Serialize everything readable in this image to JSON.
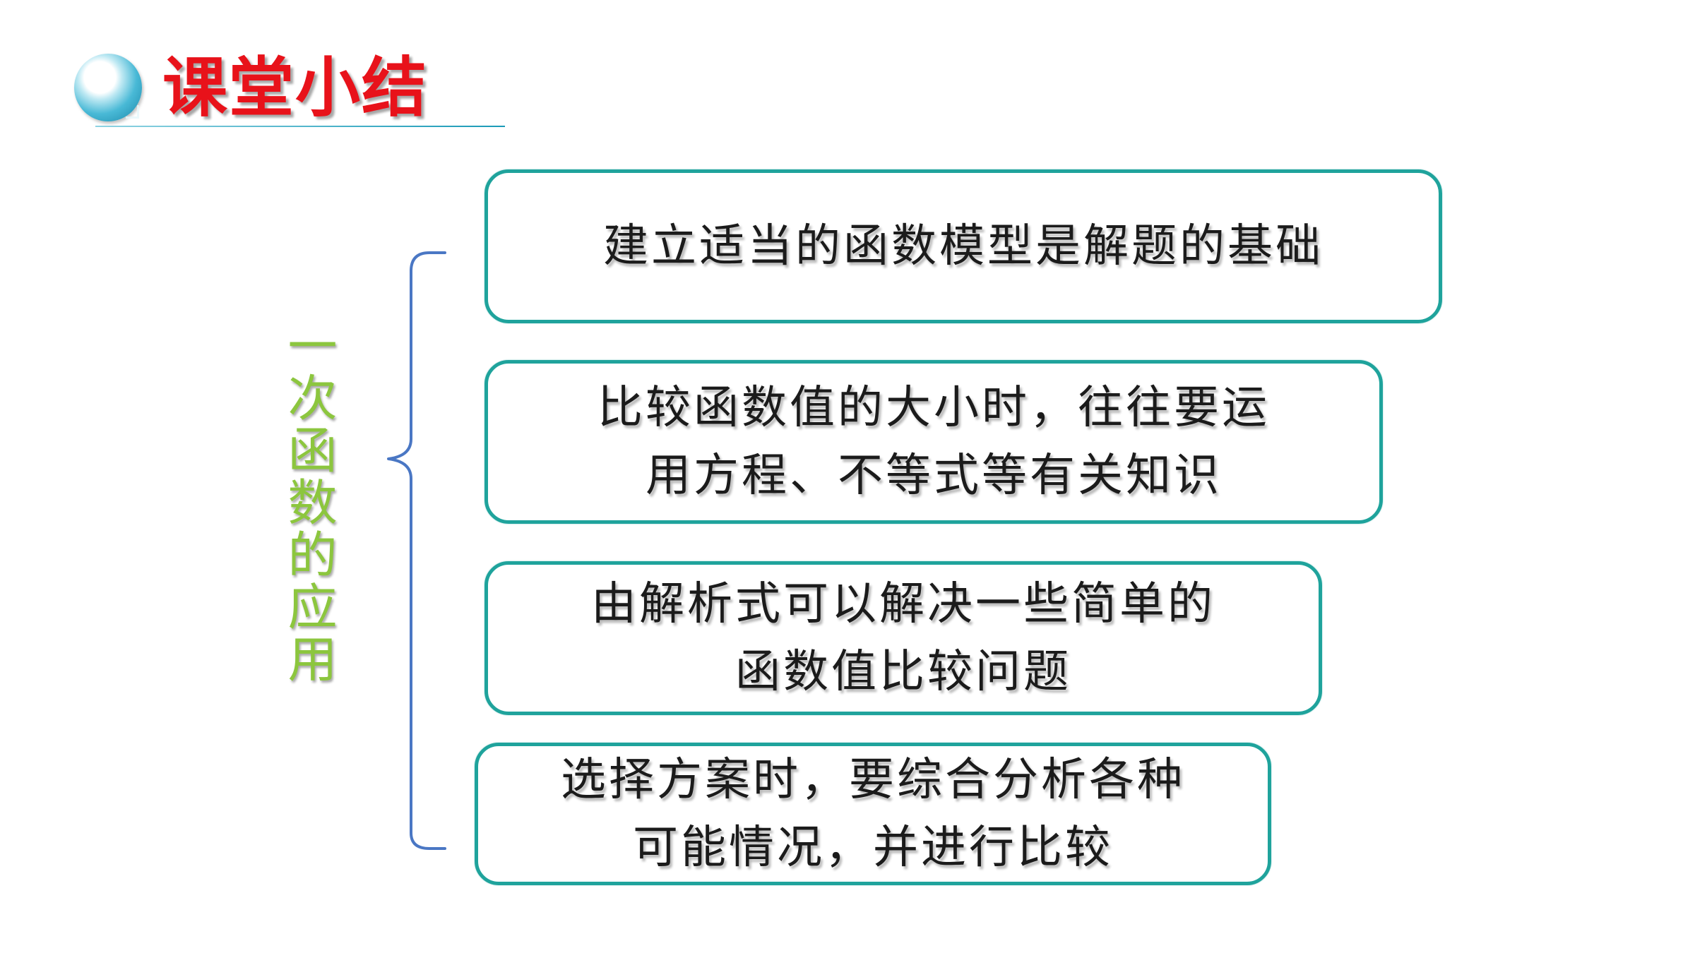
{
  "header": {
    "title": "课堂小结",
    "icon": "search-circle-icon",
    "title_color": "#e8121a",
    "accent_color": "#1a9ab7"
  },
  "topic": {
    "label": "一次函数的应用",
    "color": "#8cc63e"
  },
  "points": [
    {
      "lines": [
        "建立适当的函数模型是解题的基础"
      ]
    },
    {
      "lines": [
        "比较函数值的大小时，往往要运",
        "用方程、不等式等有关知识"
      ]
    },
    {
      "lines": [
        "由解析式可以解决一些简单的",
        "函数值比较问题"
      ]
    },
    {
      "lines": [
        "选择方案时，要综合分析各种",
        "可能情况，并进行比较"
      ]
    }
  ],
  "colors": {
    "box_border": "#1fa39c",
    "brace": "#4a77c4",
    "text": "#1b1b1b"
  }
}
